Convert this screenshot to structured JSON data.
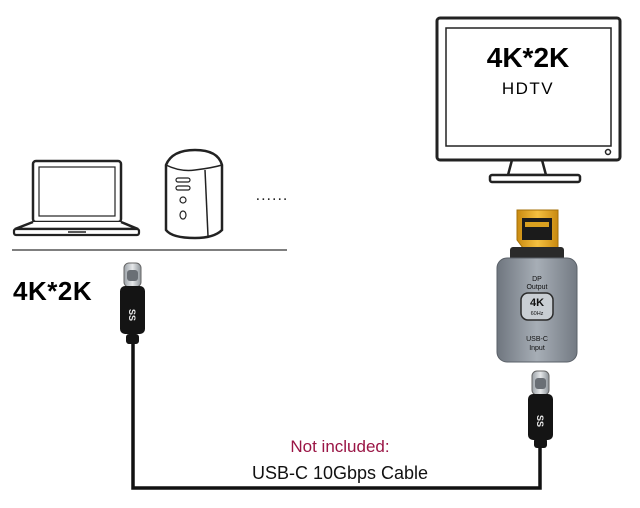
{
  "monitor": {
    "resolution": "4K*2K",
    "type": "HDTV"
  },
  "source": {
    "resolution": "4K*2K",
    "ellipsis": "......"
  },
  "adapter": {
    "output_label_line1": "DP",
    "output_label_line2": "Output",
    "badge_main": "4K",
    "badge_sub": "60Hz",
    "input_label_line1": "USB-C",
    "input_label_line2": "Input"
  },
  "plug_logo": "SS",
  "cable": {
    "note": "Not included:",
    "name": "USB-C 10Gbps Cable"
  },
  "colors": {
    "note": "#9a1545",
    "adapter_body": "#8c939c",
    "adapter_gold": "#e9a91b",
    "cable": "#111111"
  }
}
